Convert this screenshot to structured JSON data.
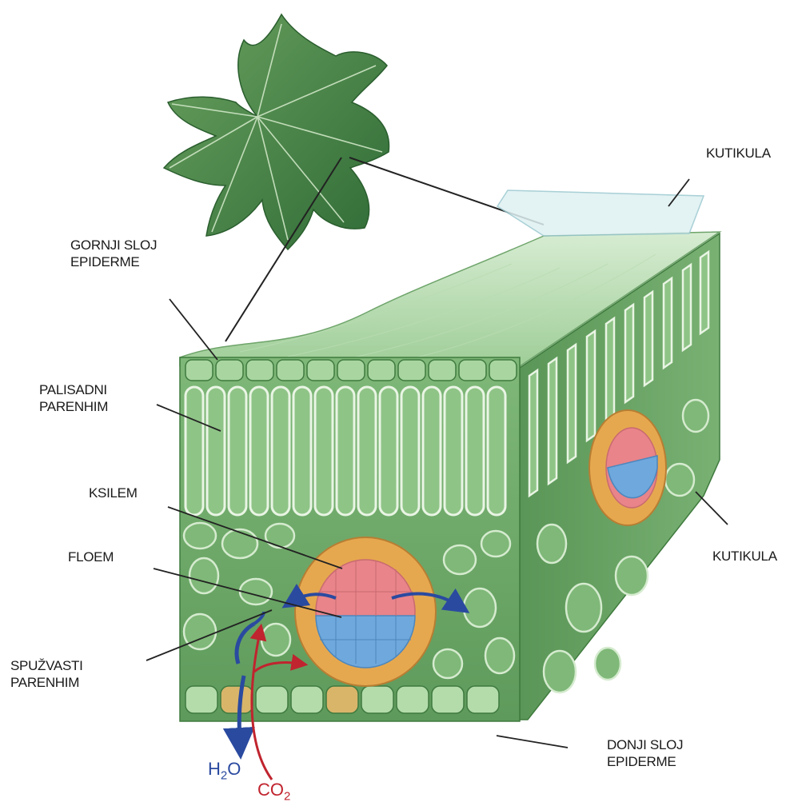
{
  "labels": {
    "kutikula_top": "KUTIKULA",
    "gornji_line1": "GORNJI SLOJ",
    "gornji_line2": "EPIDERME",
    "palisadni_line1": "PALISADNI",
    "palisadni_line2": "PARENHIM",
    "ksilem": "KSILEM",
    "floem": "FLOEM",
    "spuzvasti_line1": "SPUŽVASTI",
    "spuzvasti_line2": "PARENHIM",
    "kutikula_bottom": "KUTIKULA",
    "donji_line1": "DONJI SLOJ",
    "donji_line2": "EPIDERME"
  },
  "chem": {
    "water_main": "H",
    "water_sub": "2",
    "water_end": "O",
    "co2_main": "CO",
    "co2_sub": "2"
  },
  "colors": {
    "water": "#2a4aa0",
    "co2": "#c0242e",
    "xylem": "#e8848a",
    "phloem": "#6fa8dc",
    "bundle_sheath": "#e6a84f"
  }
}
